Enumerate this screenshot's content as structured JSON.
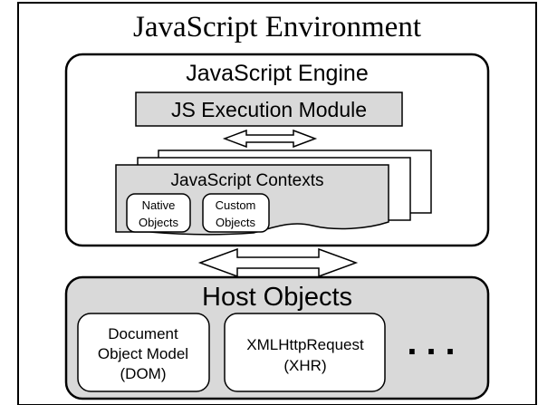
{
  "environment": {
    "title": "JavaScript Environment"
  },
  "engine": {
    "title": "JavaScript Engine",
    "execution_module": "JS Execution Module",
    "contexts": {
      "title": "JavaScript Contexts",
      "native_objects": [
        "Native",
        "Objects"
      ],
      "custom_objects": [
        "Custom",
        "Objects"
      ]
    }
  },
  "host": {
    "title": "Host Objects",
    "dom": [
      "Document",
      "Object Model",
      "(DOM)"
    ],
    "xhr": [
      "XMLHttpRequest",
      "(XHR)"
    ],
    "more": "..."
  },
  "colors": {
    "stroke": "#000000",
    "box_fill": "#ffffff",
    "gray_fill": "#d9d9d9"
  }
}
